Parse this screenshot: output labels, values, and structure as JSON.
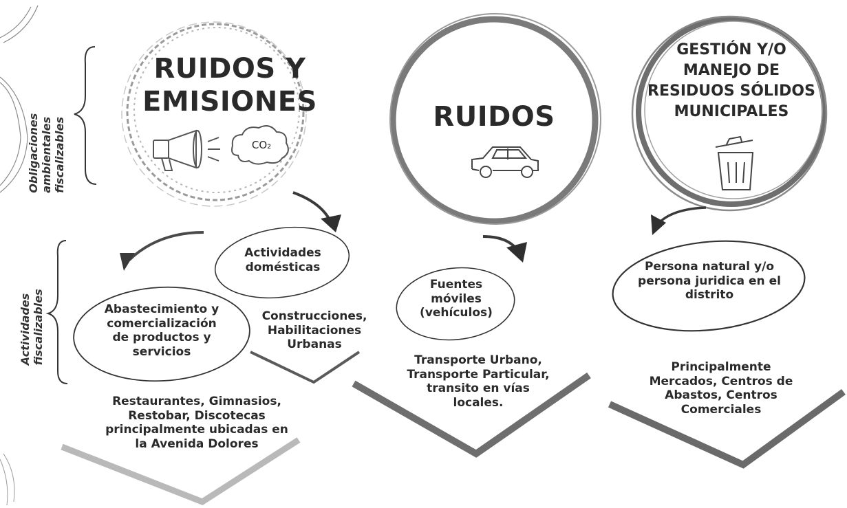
{
  "side_labels": {
    "obligaciones": [
      "Obligaciones",
      "ambientales",
      "fiscalizables"
    ],
    "actividades": [
      "Actividades",
      "fiscalizables"
    ]
  },
  "circles": {
    "ruidos_emisiones": [
      "RUIDOS Y",
      "EMISIONES"
    ],
    "ruidos": "RUIDOS",
    "residuos": [
      "GESTIÓN Y/O",
      "MANEJO DE",
      "RESIDUOS SÓLIDOS",
      "MUNICIPALES"
    ]
  },
  "icons": {
    "megaphone": "megaphone-icon",
    "co2": "CO₂",
    "car": "car-icon",
    "trash": "trash-can-icon"
  },
  "ovals": {
    "domesticas": [
      "Actividades",
      "domésticas"
    ],
    "abastecimiento": [
      "Abastecimiento y",
      "comercialización",
      "de productos y",
      "servicios"
    ],
    "fuentes": [
      "Fuentes",
      "móviles",
      "(vehículos)"
    ],
    "persona": [
      "Persona natural y/o",
      "persona juridica en el",
      "distrito"
    ]
  },
  "texts": {
    "construcciones": [
      "Construcciones,",
      "Habilitaciones",
      "Urbanas"
    ],
    "restaurantes": [
      "Restaurantes, Gimnasios,",
      "Restobar, Discotecas",
      "principalmente ubicadas en",
      "la Avenida Dolores"
    ],
    "transporte": [
      "Transporte Urbano,",
      "Transporte Particular,",
      "transito en vías",
      "locales."
    ],
    "principalmente": [
      "Principalmente",
      "Mercados, Centros de",
      "Abastos, Centros",
      "Comerciales"
    ]
  },
  "colors": {
    "ink": "#2a2a2a",
    "circle_gray": "#7d7d7d",
    "chevron_gray": "#6e6e6e",
    "chevron_light": "#b9b9b9"
  }
}
